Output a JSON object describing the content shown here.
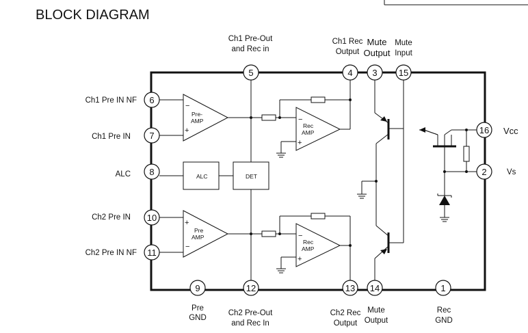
{
  "title": "BLOCK DIAGRAM",
  "pins": {
    "p1": "1",
    "p2": "2",
    "p3": "3",
    "p4": "4",
    "p5": "5",
    "p6": "6",
    "p7": "7",
    "p8": "8",
    "p9": "9",
    "p10": "10",
    "p11": "11",
    "p12": "12",
    "p13": "13",
    "p14": "14",
    "p15": "15",
    "p16": "16"
  },
  "labels": {
    "ch1_pre_out_1": "Ch1 Pre-Out",
    "ch1_pre_out_2": "and Rec in",
    "ch1_rec_out_1": "Ch1 Rec",
    "ch1_rec_out_2": "Output",
    "mute_out_top_1": "Mute",
    "mute_out_top_2": "Output",
    "mute_in_1": "Mute",
    "mute_in_2": "Input",
    "ch1_pre_in_nf": "Ch1 Pre IN NF",
    "ch1_pre_in": "Ch1 Pre IN",
    "alc": "ALC",
    "ch2_pre_in": "Ch2 Pre IN",
    "ch2_pre_in_nf": "Ch2 Pre IN NF",
    "vcc": "Vcc",
    "vs": "Vs",
    "pre_gnd_1": "Pre",
    "pre_gnd_2": "GND",
    "ch2_pre_out_1": "Ch2 Pre-Out",
    "ch2_pre_out_2": "and Rec In",
    "ch2_rec_out_1": "Ch2 Rec",
    "ch2_rec_out_2": "Output",
    "mute_out_bot_1": "Mute",
    "mute_out_bot_2": "Output",
    "rec_gnd_1": "Rec",
    "rec_gnd_2": "GND"
  },
  "blocks": {
    "pre_amp_1_a": "Pre-",
    "pre_amp_1_b": "AMP",
    "rec_amp_1_a": "Rec",
    "rec_amp_1_b": "AMP",
    "pre_amp_2_a": "Pre",
    "pre_amp_2_b": "AMP",
    "rec_amp_2_a": "Rec",
    "rec_amp_2_b": "AMP",
    "alc_block": "ALC",
    "det_block": "DET",
    "minus": "−",
    "plus": "+"
  }
}
